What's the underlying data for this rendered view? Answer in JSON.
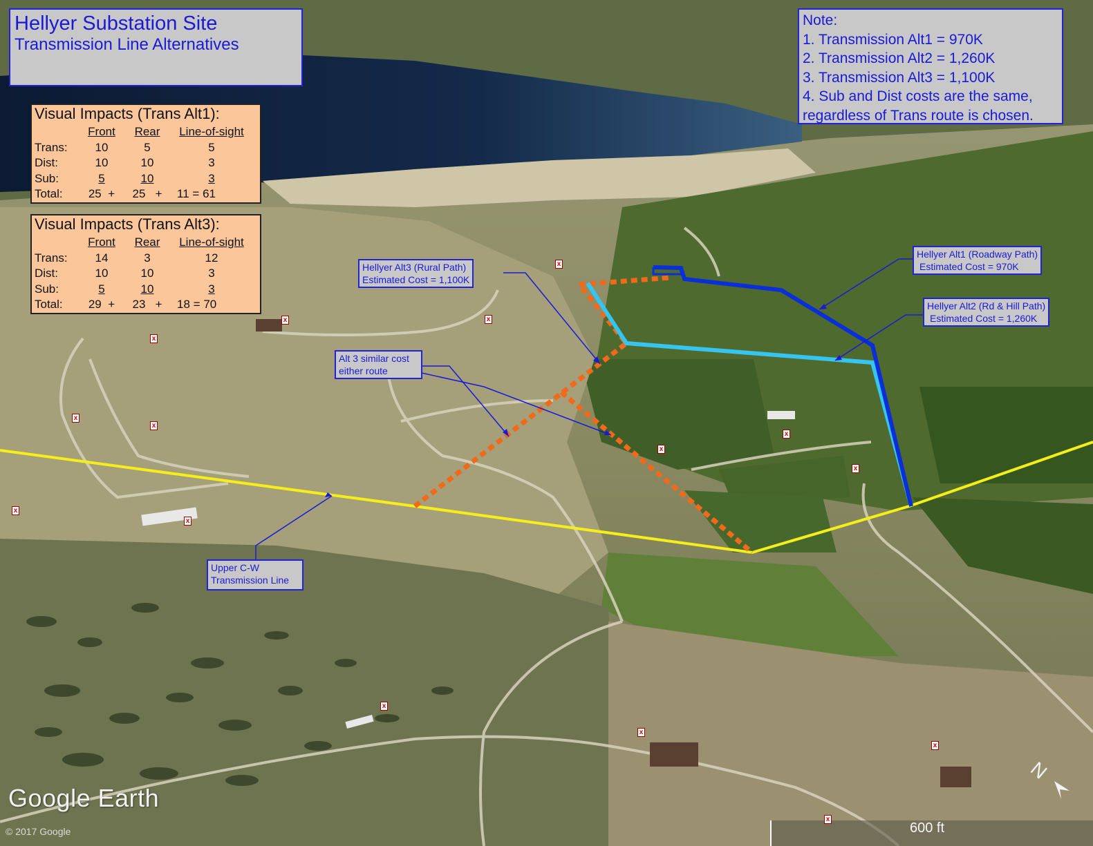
{
  "title": {
    "line1": "Hellyer Substation Site",
    "line2": "Transmission Line Alternatives"
  },
  "note": {
    "heading": "Note:",
    "items": [
      "1. Transmission Alt1 = 970K",
      "2. Transmission Alt2 = 1,260K",
      "3. Transmission Alt3 = 1,100K",
      "4. Sub and Dist costs are the same,",
      "regardless of Trans route is chosen."
    ]
  },
  "visual_impacts": [
    {
      "title": "Visual Impacts (Trans Alt1):",
      "headers": [
        "Front",
        "Rear",
        "Line-of-sight"
      ],
      "rows": [
        {
          "label": "Trans:",
          "front": "10",
          "rear": "5",
          "los": "5"
        },
        {
          "label": "Dist:",
          "front": "10",
          "rear": "10",
          "los": "3"
        },
        {
          "label": "Sub:",
          "front": "5",
          "rear": "10",
          "los": "3"
        }
      ],
      "total": {
        "label": "Total:",
        "front": "25",
        "op1": "+",
        "rear": "25",
        "op2": "+",
        "los": "11",
        "eq": "=",
        "sum": "61"
      }
    },
    {
      "title": "Visual Impacts (Trans Alt3):",
      "headers": [
        "Front",
        "Rear",
        "Line-of-sight"
      ],
      "rows": [
        {
          "label": "Trans:",
          "front": "14",
          "rear": "3",
          "los": "12"
        },
        {
          "label": "Dist:",
          "front": "10",
          "rear": "10",
          "los": "3"
        },
        {
          "label": "Sub:",
          "front": "5",
          "rear": "10",
          "los": "3"
        }
      ],
      "total": {
        "label": "Total:",
        "front": "29",
        "op1": "+",
        "rear": "23",
        "op2": "+",
        "los": "18",
        "eq": "=",
        "sum": "70"
      }
    }
  ],
  "callouts": {
    "alt3": [
      "Hellyer Alt3 (Rural Path)",
      "Estimated Cost = 1,100K"
    ],
    "alt1": [
      "Hellyer Alt1 (Roadway Path)",
      "Estimated Cost = 970K"
    ],
    "alt2": [
      "Hellyer Alt2 (Rd & Hill Path)",
      "Estimated Cost = 1,260K"
    ],
    "alt3_similar": [
      "Alt 3 similar cost",
      "either route"
    ],
    "upper_cw": [
      "Upper C-W",
      "Transmission Line"
    ]
  },
  "footer": {
    "logo": "Google Earth",
    "copyright": "© 2017 Google",
    "scale": "600 ft"
  },
  "colors": {
    "alt1_route": "#0a2fd6",
    "alt2_route": "#36c4f0",
    "alt3_route": "#f06a1c",
    "upper_cw_line": "#f5ee1a",
    "label_text": "#1a1ad6",
    "label_bg": "#c8c8c8",
    "impact_bg": "#fbc79a"
  },
  "icons": [
    "placemark-icon",
    "compass-north-icon"
  ]
}
